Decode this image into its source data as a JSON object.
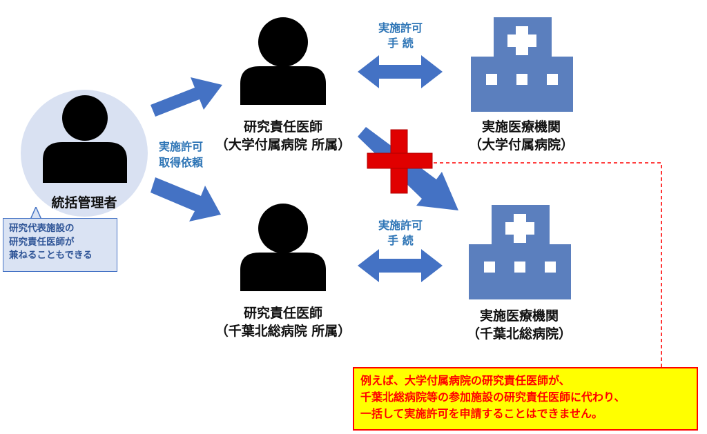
{
  "manager": {
    "label": "統括管理者"
  },
  "callout": {
    "lines": [
      "研究代表施設の",
      "研究責任医師が",
      "兼ねることもできる"
    ]
  },
  "request_label": {
    "lines": [
      "実施許可",
      "取得依頼"
    ]
  },
  "researcher_top": {
    "name": "研究責任医師",
    "affiliation": "（大学付属病院  所属）"
  },
  "researcher_bottom": {
    "name": "研究責任医師",
    "affiliation": "（千葉北総病院  所属）"
  },
  "procedure_label_top": {
    "lines": [
      "実施許可",
      "手  続"
    ]
  },
  "procedure_label_bottom": {
    "lines": [
      "実施許可",
      "手  続"
    ]
  },
  "institution_top": {
    "name": "実施医療機関",
    "hospital": "（大学付属病院）"
  },
  "institution_bottom": {
    "name": "実施医療機関",
    "hospital": "（千葉北総病院）"
  },
  "warning": {
    "lines": [
      "例えば、大学付属病院の研究責任医師が、",
      "千葉北総病院等の参加施設の研究責任医師に代わり、",
      "一括して実施許可を申請することはできません。"
    ]
  },
  "colors": {
    "arrow": "#4472c4",
    "building": "#5b7fbe",
    "manager_circle": "#d9e1f2",
    "cross": "#e00000",
    "warning_bg": "#ffff00",
    "warning_text": "#ff0000"
  }
}
